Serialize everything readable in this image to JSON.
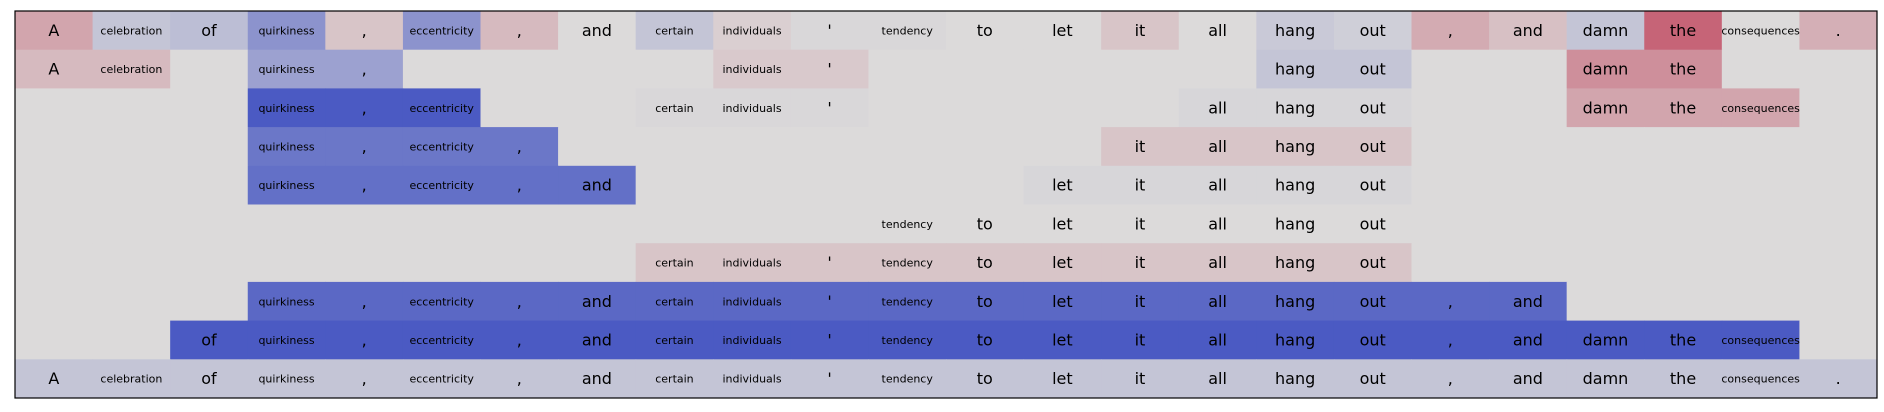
{
  "chart_data": {
    "type": "heatmap",
    "tokens": [
      "A",
      "celebration",
      "of",
      "quirkiness",
      ",",
      "eccentricity",
      ",",
      "and",
      "certain",
      "individuals",
      "'",
      "tendency",
      "to",
      "let",
      "it",
      "all",
      "hang",
      "out",
      ",",
      "and",
      "damn",
      "the",
      "consequences",
      "."
    ],
    "rows": [
      {
        "cells": [
          {
            "col": 0,
            "v": 0.25
          },
          {
            "col": 1,
            "v": -0.15
          },
          {
            "col": 2,
            "v": -0.2
          },
          {
            "col": 3,
            "v": -0.5
          },
          {
            "col": 4,
            "v": 0.1
          },
          {
            "col": 5,
            "v": -0.5
          },
          {
            "col": 6,
            "v": 0.15
          },
          {
            "col": 7,
            "v": 0.0
          },
          {
            "col": 8,
            "v": -0.15
          },
          {
            "col": 9,
            "v": 0.05
          },
          {
            "col": 10,
            "v": -0.02
          },
          {
            "col": 11,
            "v": -0.02
          },
          {
            "col": 12,
            "v": 0.0
          },
          {
            "col": 13,
            "v": 0.0
          },
          {
            "col": 14,
            "v": 0.1
          },
          {
            "col": 15,
            "v": 0.0
          },
          {
            "col": 16,
            "v": -0.12
          },
          {
            "col": 17,
            "v": -0.08
          },
          {
            "col": 18,
            "v": 0.22
          },
          {
            "col": 19,
            "v": 0.12
          },
          {
            "col": 20,
            "v": -0.15
          },
          {
            "col": 21,
            "v": 0.55
          },
          {
            "col": 22,
            "v": 0.0
          },
          {
            "col": 23,
            "v": 0.2
          }
        ]
      },
      {
        "cells": [
          {
            "col": 0,
            "v": 0.15
          },
          {
            "col": 1,
            "v": 0.15
          },
          {
            "col": 2,
            "v": 0.0
          },
          {
            "col": 3,
            "v": -0.4
          },
          {
            "col": 4,
            "v": -0.4
          },
          {
            "col": 5,
            "v": 0.0
          },
          {
            "col": 6,
            "v": 0.0
          },
          {
            "col": 7,
            "v": 0.0
          },
          {
            "col": 8,
            "v": 0.0
          },
          {
            "col": 9,
            "v": 0.08
          },
          {
            "col": 10,
            "v": 0.08
          },
          {
            "col": 11,
            "v": 0.0
          },
          {
            "col": 12,
            "v": 0.0
          },
          {
            "col": 13,
            "v": 0.0
          },
          {
            "col": 14,
            "v": 0.0
          },
          {
            "col": 15,
            "v": 0.0
          },
          {
            "col": 16,
            "v": -0.15
          },
          {
            "col": 17,
            "v": -0.15
          },
          {
            "col": 18,
            "v": 0.0
          },
          {
            "col": 19,
            "v": 0.0
          },
          {
            "col": 20,
            "v": 0.35
          },
          {
            "col": 21,
            "v": 0.35
          },
          {
            "col": 22,
            "v": 0.0
          },
          {
            "col": 23,
            "v": 0.0
          }
        ]
      },
      {
        "cells": [
          {
            "col": 0,
            "v": 0.0
          },
          {
            "col": 1,
            "v": 0.0
          },
          {
            "col": 2,
            "v": 0.0
          },
          {
            "col": 3,
            "v": -0.9
          },
          {
            "col": 4,
            "v": -0.9
          },
          {
            "col": 5,
            "v": -0.9
          },
          {
            "col": 6,
            "v": 0.0
          },
          {
            "col": 7,
            "v": 0.0
          },
          {
            "col": 8,
            "v": -0.02
          },
          {
            "col": 9,
            "v": -0.02
          },
          {
            "col": 10,
            "v": -0.02
          },
          {
            "col": 11,
            "v": 0.0
          },
          {
            "col": 12,
            "v": 0.0
          },
          {
            "col": 13,
            "v": 0.0
          },
          {
            "col": 14,
            "v": 0.0
          },
          {
            "col": 15,
            "v": -0.03
          },
          {
            "col": 16,
            "v": -0.03
          },
          {
            "col": 17,
            "v": -0.03
          },
          {
            "col": 18,
            "v": 0.0
          },
          {
            "col": 19,
            "v": 0.0
          },
          {
            "col": 20,
            "v": 0.25
          },
          {
            "col": 21,
            "v": 0.25
          },
          {
            "col": 22,
            "v": 0.25
          },
          {
            "col": 23,
            "v": 0.0
          }
        ]
      },
      {
        "cells": [
          {
            "col": 0,
            "v": 0.0
          },
          {
            "col": 1,
            "v": 0.0
          },
          {
            "col": 2,
            "v": 0.0
          },
          {
            "col": 3,
            "v": -0.7
          },
          {
            "col": 4,
            "v": -0.7
          },
          {
            "col": 5,
            "v": -0.7
          },
          {
            "col": 6,
            "v": -0.7
          },
          {
            "col": 7,
            "v": 0.0
          },
          {
            "col": 8,
            "v": 0.0
          },
          {
            "col": 9,
            "v": 0.0
          },
          {
            "col": 10,
            "v": 0.0
          },
          {
            "col": 11,
            "v": 0.0
          },
          {
            "col": 12,
            "v": 0.0
          },
          {
            "col": 13,
            "v": 0.0
          },
          {
            "col": 14,
            "v": 0.1
          },
          {
            "col": 15,
            "v": 0.1
          },
          {
            "col": 16,
            "v": 0.1
          },
          {
            "col": 17,
            "v": 0.1
          },
          {
            "col": 18,
            "v": 0.0
          },
          {
            "col": 19,
            "v": 0.0
          },
          {
            "col": 20,
            "v": 0.0
          },
          {
            "col": 21,
            "v": 0.0
          },
          {
            "col": 22,
            "v": 0.0
          },
          {
            "col": 23,
            "v": 0.0
          }
        ]
      },
      {
        "cells": [
          {
            "col": 0,
            "v": 0.0
          },
          {
            "col": 1,
            "v": 0.0
          },
          {
            "col": 2,
            "v": 0.0
          },
          {
            "col": 3,
            "v": -0.75
          },
          {
            "col": 4,
            "v": -0.75
          },
          {
            "col": 5,
            "v": -0.75
          },
          {
            "col": 6,
            "v": -0.75
          },
          {
            "col": 7,
            "v": -0.75
          },
          {
            "col": 8,
            "v": 0.0
          },
          {
            "col": 9,
            "v": 0.0
          },
          {
            "col": 10,
            "v": 0.0
          },
          {
            "col": 11,
            "v": 0.0
          },
          {
            "col": 12,
            "v": 0.0
          },
          {
            "col": 13,
            "v": -0.03
          },
          {
            "col": 14,
            "v": -0.03
          },
          {
            "col": 15,
            "v": -0.03
          },
          {
            "col": 16,
            "v": -0.03
          },
          {
            "col": 17,
            "v": -0.03
          },
          {
            "col": 18,
            "v": 0.0
          },
          {
            "col": 19,
            "v": 0.0
          },
          {
            "col": 20,
            "v": 0.0
          },
          {
            "col": 21,
            "v": 0.0
          },
          {
            "col": 22,
            "v": 0.0
          },
          {
            "col": 23,
            "v": 0.0
          }
        ]
      },
      {
        "cells": [
          {
            "col": 0,
            "v": 0.0
          },
          {
            "col": 1,
            "v": 0.0
          },
          {
            "col": 2,
            "v": 0.0
          },
          {
            "col": 3,
            "v": 0.0
          },
          {
            "col": 4,
            "v": 0.0
          },
          {
            "col": 5,
            "v": 0.0
          },
          {
            "col": 6,
            "v": 0.0
          },
          {
            "col": 7,
            "v": 0.0
          },
          {
            "col": 8,
            "v": 0.0
          },
          {
            "col": 9,
            "v": 0.0
          },
          {
            "col": 10,
            "v": 0.0
          },
          {
            "col": 11,
            "v": 0.0
          },
          {
            "col": 12,
            "v": 0.0
          },
          {
            "col": 13,
            "v": 0.0
          },
          {
            "col": 14,
            "v": 0.0
          },
          {
            "col": 15,
            "v": 0.0
          },
          {
            "col": 16,
            "v": 0.0
          },
          {
            "col": 17,
            "v": 0.0
          },
          {
            "col": 18,
            "v": 0.0
          },
          {
            "col": 19,
            "v": 0.0
          },
          {
            "col": 20,
            "v": 0.0
          },
          {
            "col": 21,
            "v": 0.0
          },
          {
            "col": 22,
            "v": 0.0
          },
          {
            "col": 23,
            "v": 0.0
          }
        ]
      },
      {
        "cells": [
          {
            "col": 0,
            "v": 0.0
          },
          {
            "col": 1,
            "v": 0.0
          },
          {
            "col": 2,
            "v": 0.0
          },
          {
            "col": 3,
            "v": 0.0
          },
          {
            "col": 4,
            "v": 0.0
          },
          {
            "col": 5,
            "v": 0.0
          },
          {
            "col": 6,
            "v": 0.0
          },
          {
            "col": 7,
            "v": 0.0
          },
          {
            "col": 8,
            "v": 0.1
          },
          {
            "col": 9,
            "v": 0.1
          },
          {
            "col": 10,
            "v": 0.1
          },
          {
            "col": 11,
            "v": 0.1
          },
          {
            "col": 12,
            "v": 0.1
          },
          {
            "col": 13,
            "v": 0.1
          },
          {
            "col": 14,
            "v": 0.1
          },
          {
            "col": 15,
            "v": 0.1
          },
          {
            "col": 16,
            "v": 0.1
          },
          {
            "col": 17,
            "v": 0.1
          },
          {
            "col": 18,
            "v": 0.0
          },
          {
            "col": 19,
            "v": 0.0
          },
          {
            "col": 20,
            "v": 0.0
          },
          {
            "col": 21,
            "v": 0.0
          },
          {
            "col": 22,
            "v": 0.0
          },
          {
            "col": 23,
            "v": 0.0
          }
        ]
      },
      {
        "cells": [
          {
            "col": 0,
            "v": 0.0
          },
          {
            "col": 1,
            "v": 0.0
          },
          {
            "col": 2,
            "v": 0.0
          },
          {
            "col": 3,
            "v": -0.8
          },
          {
            "col": 4,
            "v": -0.8
          },
          {
            "col": 5,
            "v": -0.8
          },
          {
            "col": 6,
            "v": -0.8
          },
          {
            "col": 7,
            "v": -0.8
          },
          {
            "col": 8,
            "v": -0.8
          },
          {
            "col": 9,
            "v": -0.8
          },
          {
            "col": 10,
            "v": -0.8
          },
          {
            "col": 11,
            "v": -0.8
          },
          {
            "col": 12,
            "v": -0.8
          },
          {
            "col": 13,
            "v": -0.8
          },
          {
            "col": 14,
            "v": -0.8
          },
          {
            "col": 15,
            "v": -0.8
          },
          {
            "col": 16,
            "v": -0.8
          },
          {
            "col": 17,
            "v": -0.8
          },
          {
            "col": 18,
            "v": -0.8
          },
          {
            "col": 19,
            "v": -0.8
          },
          {
            "col": 20,
            "v": 0.0
          },
          {
            "col": 21,
            "v": 0.0
          },
          {
            "col": 22,
            "v": 0.0
          },
          {
            "col": 23,
            "v": 0.0
          }
        ]
      },
      {
        "cells": [
          {
            "col": 0,
            "v": 0.0
          },
          {
            "col": 1,
            "v": 0.0
          },
          {
            "col": 2,
            "v": -0.9
          },
          {
            "col": 3,
            "v": -0.9
          },
          {
            "col": 4,
            "v": -0.9
          },
          {
            "col": 5,
            "v": -0.9
          },
          {
            "col": 6,
            "v": -0.9
          },
          {
            "col": 7,
            "v": -0.9
          },
          {
            "col": 8,
            "v": -0.9
          },
          {
            "col": 9,
            "v": -0.9
          },
          {
            "col": 10,
            "v": -0.9
          },
          {
            "col": 11,
            "v": -0.9
          },
          {
            "col": 12,
            "v": -0.9
          },
          {
            "col": 13,
            "v": -0.9
          },
          {
            "col": 14,
            "v": -0.9
          },
          {
            "col": 15,
            "v": -0.9
          },
          {
            "col": 16,
            "v": -0.9
          },
          {
            "col": 17,
            "v": -0.9
          },
          {
            "col": 18,
            "v": -0.9
          },
          {
            "col": 19,
            "v": -0.9
          },
          {
            "col": 20,
            "v": -0.9
          },
          {
            "col": 21,
            "v": -0.9
          },
          {
            "col": 22,
            "v": -0.9
          },
          {
            "col": 23,
            "v": 0.0
          }
        ]
      },
      {
        "cells": [
          {
            "col": 0,
            "v": -0.15
          },
          {
            "col": 1,
            "v": -0.15
          },
          {
            "col": 2,
            "v": -0.15
          },
          {
            "col": 3,
            "v": -0.15
          },
          {
            "col": 4,
            "v": -0.15
          },
          {
            "col": 5,
            "v": -0.15
          },
          {
            "col": 6,
            "v": -0.15
          },
          {
            "col": 7,
            "v": -0.15
          },
          {
            "col": 8,
            "v": -0.15
          },
          {
            "col": 9,
            "v": -0.15
          },
          {
            "col": 10,
            "v": -0.15
          },
          {
            "col": 11,
            "v": -0.15
          },
          {
            "col": 12,
            "v": -0.15
          },
          {
            "col": 13,
            "v": -0.15
          },
          {
            "col": 14,
            "v": -0.15
          },
          {
            "col": 15,
            "v": -0.15
          },
          {
            "col": 16,
            "v": -0.15
          },
          {
            "col": 17,
            "v": -0.15
          },
          {
            "col": 18,
            "v": -0.15
          },
          {
            "col": 19,
            "v": -0.15
          },
          {
            "col": 20,
            "v": -0.15
          },
          {
            "col": 21,
            "v": -0.15
          },
          {
            "col": 22,
            "v": -0.15
          },
          {
            "col": 23,
            "v": -0.15
          }
        ]
      }
    ],
    "labeled": [
      [
        0,
        1,
        2,
        3,
        4,
        5,
        6,
        7,
        8,
        9,
        10,
        11,
        12,
        13,
        14,
        15,
        16,
        17,
        18,
        19,
        20,
        21,
        22,
        23
      ],
      [
        0,
        1,
        3,
        4,
        9,
        10,
        16,
        17,
        20,
        21
      ],
      [
        3,
        4,
        5,
        8,
        9,
        10,
        15,
        16,
        17,
        20,
        21,
        22
      ],
      [
        3,
        4,
        5,
        6,
        14,
        15,
        16,
        17
      ],
      [
        3,
        4,
        5,
        6,
        7,
        13,
        14,
        15,
        16,
        17
      ],
      [
        11,
        12,
        13,
        14,
        15,
        16,
        17
      ],
      [
        8,
        9,
        10,
        11,
        12,
        13,
        14,
        15,
        16,
        17
      ],
      [
        3,
        4,
        5,
        6,
        7,
        8,
        9,
        10,
        11,
        12,
        13,
        14,
        15,
        16,
        17,
        18,
        19
      ],
      [
        2,
        3,
        4,
        5,
        6,
        7,
        8,
        9,
        10,
        11,
        12,
        13,
        14,
        15,
        16,
        17,
        18,
        19,
        20,
        21,
        22
      ],
      [
        0,
        1,
        2,
        3,
        4,
        5,
        6,
        7,
        8,
        9,
        10,
        11,
        12,
        13,
        14,
        15,
        16,
        17,
        18,
        19,
        20,
        21,
        22,
        23
      ]
    ],
    "colormap": "coolwarm",
    "neutral_color": "#dcdada",
    "positive_color": "#b40426",
    "negative_color": "#3b4cc0",
    "grid": false,
    "legend": false
  }
}
